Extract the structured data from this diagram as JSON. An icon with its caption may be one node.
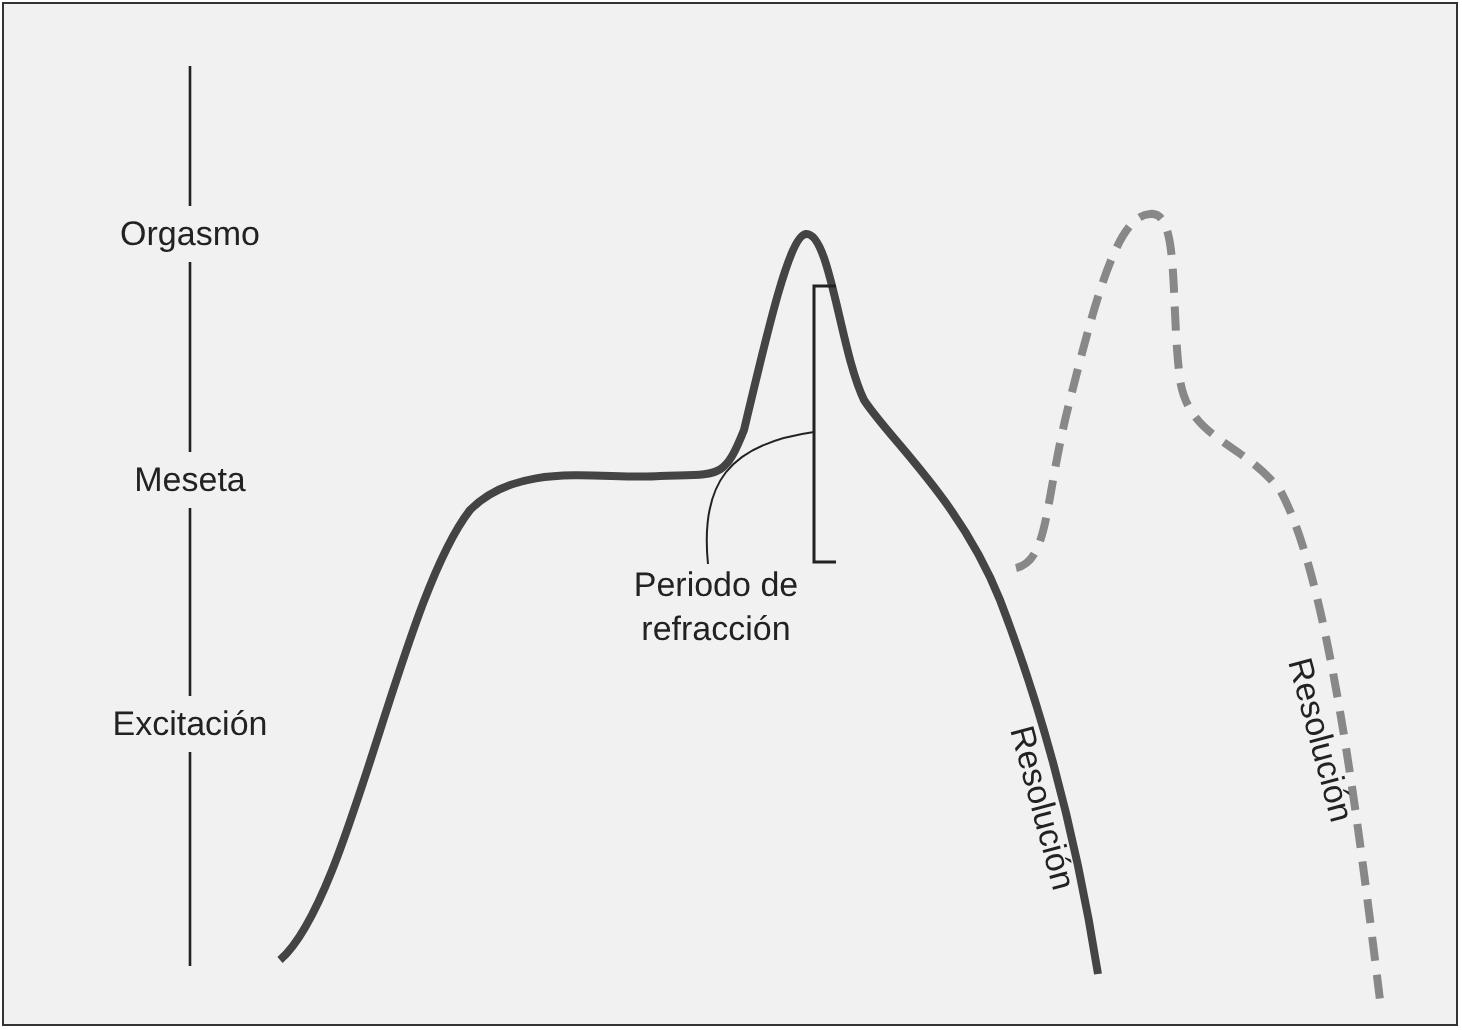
{
  "diagram": {
    "nodes": [
      {
        "text": [
          "Periodo de refracción"
        ]
      },
      {
        "text": [],
        "shape": "bracket"
      }
    ],
    "edges": [
      {
        "from": 0,
        "to": 1,
        "arrow": "none"
      }
    ],
    "labels": [
      "Orgasmo",
      "Meseta",
      "Excitación",
      "Resolución",
      "Resolución"
    ]
  }
}
